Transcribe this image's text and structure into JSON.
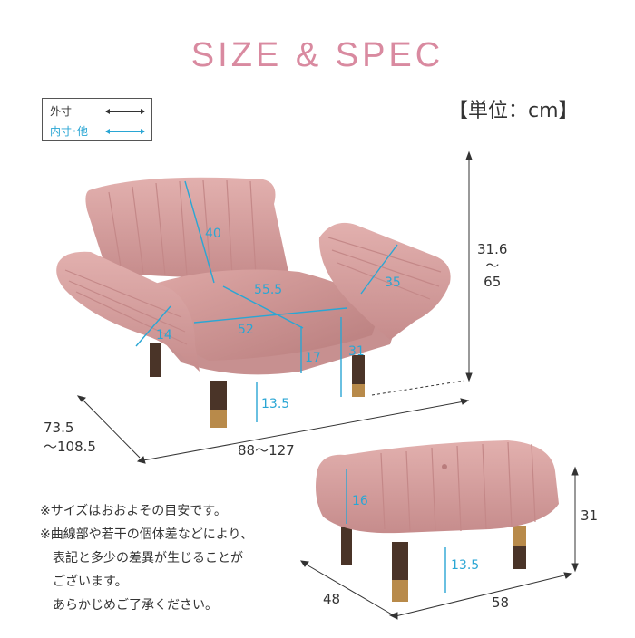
{
  "header": {
    "title": "SIZE & SPEC",
    "unit_label": "【単位：cm】"
  },
  "legend": {
    "outer_label": "外寸",
    "inner_label": "内寸･他"
  },
  "sofa": {
    "backrest_height": "40",
    "seat_depth_diagonal": "55.5",
    "seat_width": "52",
    "armrest_length": "35",
    "armrest_width": "14",
    "seat_cushion_height": "17",
    "seat_height": "31",
    "leg_height": "13.5",
    "total_height": "31.6\n～\n65",
    "depth": "73.5\n～108.5",
    "width": "88～127"
  },
  "ottoman": {
    "cushion_height": "16",
    "leg_height": "13.5",
    "height": "31",
    "depth": "48",
    "width": "58"
  },
  "notes": [
    "※サイズはおおよその目安です。",
    "※曲線部や若干の個体差などにより、",
    "　表記と多少の差異が生じることが",
    "　ございます。",
    "　あらかじめご了承ください。"
  ],
  "colors": {
    "upholstery": "#d9a3a3",
    "upholstery_dark": "#b97c7c",
    "leg": "#4a3428",
    "leg_tip": "#b88a4a",
    "title": "#d98aa0",
    "inner_dim": "#2aa6d4"
  }
}
